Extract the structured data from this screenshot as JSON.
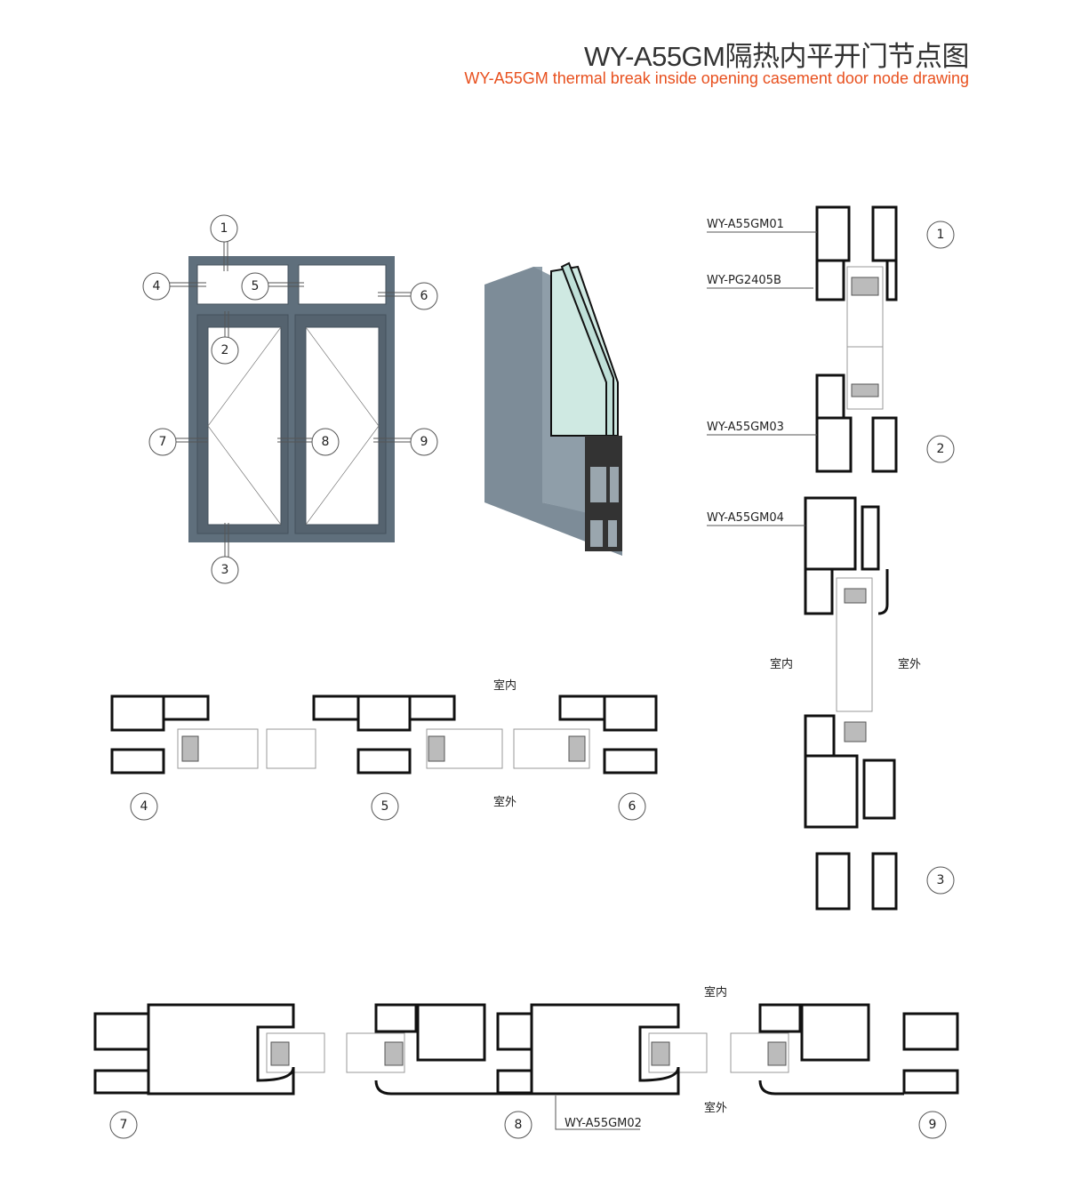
{
  "header": {
    "title": "WY-A55GM隔热内平开门节点图",
    "subtitle": "WY-A55GM thermal break inside opening casement door node drawing"
  },
  "colors": {
    "frame": "#5f6f7c",
    "subtitle": "#e8501e",
    "glass": "#cfe9e2"
  },
  "elevation": {
    "markers": [
      "1",
      "2",
      "3",
      "4",
      "5",
      "6",
      "7",
      "8",
      "9"
    ]
  },
  "vertical_section": {
    "parts": [
      "WY-A55GM01",
      "WY-PG2405B",
      "WY-A55GM03",
      "WY-A55GM04"
    ],
    "markers": [
      "1",
      "2",
      "3"
    ],
    "indoor": "室内",
    "outdoor": "室外"
  },
  "horizontal_section_top": {
    "markers": [
      "4",
      "5",
      "6"
    ],
    "indoor": "室内",
    "outdoor": "室外"
  },
  "horizontal_section_bottom": {
    "markers": [
      "7",
      "8",
      "9"
    ],
    "part": "WY-A55GM02",
    "indoor": "室内",
    "outdoor": "室外"
  }
}
